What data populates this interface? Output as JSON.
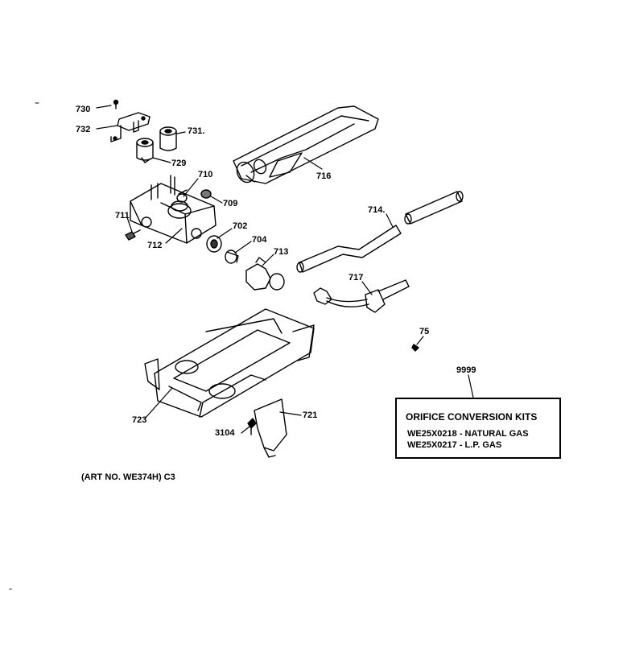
{
  "labels": {
    "p730": "730",
    "p732": "732",
    "p731": "731.",
    "p729": "729",
    "p716": "716",
    "p710": "710",
    "p709": "709",
    "p711": "711",
    "p712": "712",
    "p702": "702",
    "p704": "704",
    "p713": "713",
    "p714": "714.",
    "p717": "717",
    "p75": "75",
    "p9999": "9999",
    "p723": "723",
    "p721": "721",
    "p3104": "3104"
  },
  "kit": {
    "title": "ORIFICE CONVERSION KITS",
    "line1": "WE25X0218 - NATURAL GAS",
    "line2": "WE25X0217 - L.P. GAS"
  },
  "art_no": "(ART NO. WE374H) C3"
}
